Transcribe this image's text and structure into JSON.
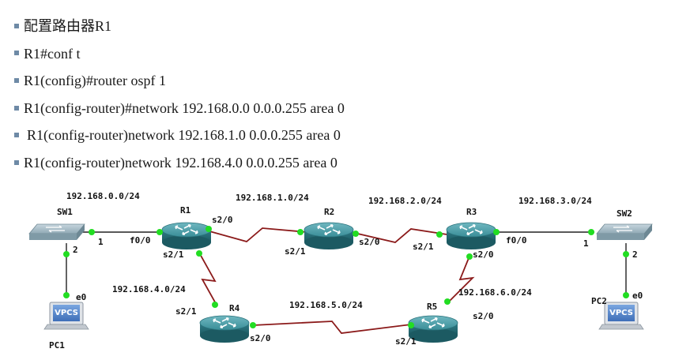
{
  "commands": [
    {
      "text": "配置路由器R1",
      "indent": false
    },
    {
      "text": "R1#conf t",
      "indent": false
    },
    {
      "text": "R1(config)#router ospf 1",
      "indent": false
    },
    {
      "text": "R1(config-router)#network 192.168.0.0 0.0.0.255 area 0",
      "indent": false
    },
    {
      "text": "R1(config-router)network 192.168.1.0 0.0.0.255 area 0",
      "indent": true
    },
    {
      "text": "R1(config-router)network 192.168.4.0 0.0.0.255 area 0",
      "indent": false
    }
  ],
  "networks": {
    "n0": "192.168.0.0/24",
    "n1": "192.168.1.0/24",
    "n2": "192.168.2.0/24",
    "n3": "192.168.3.0/24",
    "n4": "192.168.4.0/24",
    "n5": "192.168.5.0/24",
    "n6": "192.168.6.0/24"
  },
  "devices": {
    "sw1": "SW1",
    "sw2": "SW2",
    "r1": "R1",
    "r2": "R2",
    "r3": "R3",
    "r4": "R4",
    "r5": "R5",
    "pc1": "PC1",
    "pc2": "PC2",
    "vpcs": "VPCS"
  },
  "ports": {
    "sw1_1": "1",
    "sw1_2": "2",
    "pc1_e0": "e0",
    "r1_f00": "f0/0",
    "r1_s20": "s2/0",
    "r1_s21": "s2/1",
    "r2_s21": "s2/1",
    "r2_s20": "s2/0",
    "r3_s21": "s2/1",
    "r3_f00": "f0/0",
    "r3_s20": "s2/0",
    "sw2_1": "1",
    "sw2_2": "2",
    "pc2_e0": "e0",
    "r4_s21": "s2/1",
    "r4_s20": "s2/0",
    "r5_s20": "s2/0",
    "r5_s21": "s2/1"
  },
  "colors": {
    "serial_link": "#8b1a1a",
    "ethernet_link": "#222222",
    "port_dot": "#22dd22",
    "router_body": "#2f7c86",
    "switch_body": "#7f9aa6",
    "bullet": "#6e8aa6"
  }
}
